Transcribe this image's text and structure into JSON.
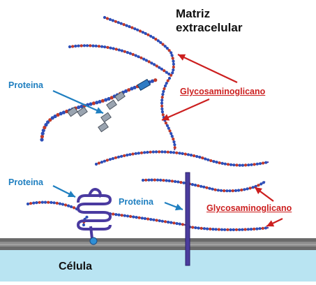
{
  "labels": {
    "matrix_line1": "Matriz",
    "matrix_line2": "extracelular",
    "protein": "Proteina",
    "gag": "Glycosaminoglicano",
    "cell": "Célula"
  },
  "colors": {
    "protein_blue": "#1f7fc0",
    "gag_red": "#cc1f1f",
    "chain_purple": "#4a2f9a",
    "bead_red": "#c0392b",
    "bead_blue": "#2c4fb8",
    "membrane": "#6e6e6e",
    "cytoplasm": "#b9e4f2",
    "receptor": "#5040a8"
  }
}
